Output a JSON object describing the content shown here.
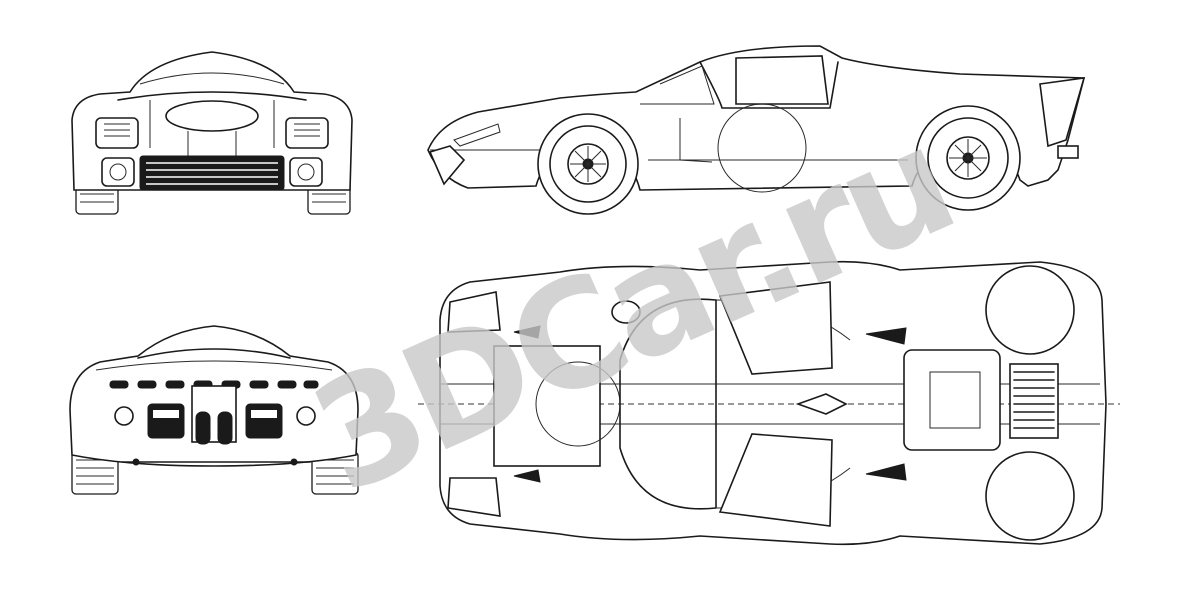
{
  "watermark": {
    "text": "3DCar.ru",
    "color": "#c8c8c8"
  },
  "views": {
    "front": {
      "icon": "car-front-view-drawing"
    },
    "rear": {
      "icon": "car-rear-view-drawing"
    },
    "side": {
      "icon": "car-side-view-drawing"
    },
    "top": {
      "icon": "car-top-view-drawing"
    }
  },
  "colors": {
    "line": "#1a1a1a",
    "background": "#ffffff"
  }
}
